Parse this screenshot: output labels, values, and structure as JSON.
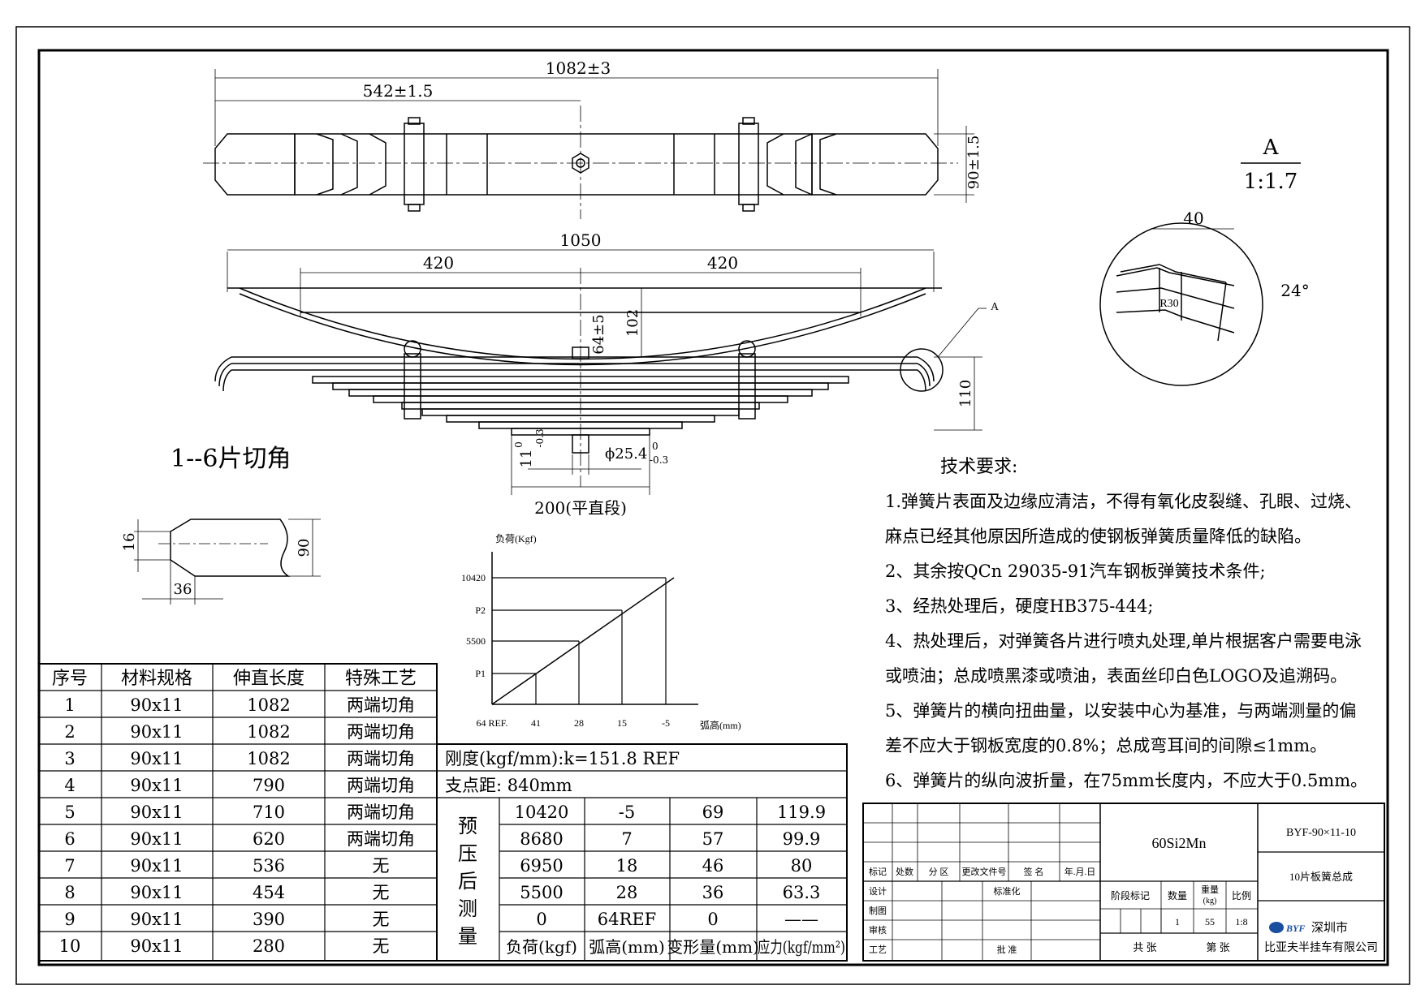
{
  "top_view": {
    "overall_length": "1082±3",
    "half_length": "542±1.5",
    "width": "90±1.5"
  },
  "detail_view": {
    "label": "A",
    "scale": "1:1.7",
    "eye_width": "40",
    "angle": "24°",
    "radius": "R30",
    "callout": "A"
  },
  "side_view": {
    "span": "1050",
    "left_half": "420",
    "right_half": "420",
    "camber": "102",
    "bolt_height": "64±5",
    "assembly_height": "110",
    "flat_section": "200(平直段)",
    "center_bolt": "ϕ25.4",
    "center_bolt_tol_upper": "0",
    "center_bolt_tol_lower": "-0.3",
    "leaf_thickness": "11",
    "leaf_tol_upper": "0",
    "leaf_tol_lower": "-0.3"
  },
  "cut_corner": {
    "title": "1--6片切角",
    "cut_height": "16",
    "width": "90",
    "cut_length": "36"
  },
  "load_chart": {
    "y_axis_label": "负荷(Kgf)",
    "x_axis_label": "弧高(mm)",
    "y_ticks": [
      "10420",
      "P2",
      "5500",
      "P1"
    ],
    "x_ticks": [
      "64 REF.",
      "41",
      "28",
      "15",
      "-5"
    ]
  },
  "chart_data": {
    "type": "line",
    "y_axis_label": "负荷(Kgf)",
    "x_axis_label": "弧高(mm)",
    "x_ticks": [
      "64 REF.",
      "41",
      "28",
      "15",
      "-5"
    ],
    "y_ticks": [
      "P1",
      "5500",
      "P2",
      "10420"
    ],
    "series": [
      {
        "points": [
          [
            64,
            0
          ],
          [
            -5,
            10420
          ]
        ]
      }
    ]
  },
  "parts_table": {
    "headers": [
      "序号",
      "材料规格",
      "伸直长度",
      "特殊工艺"
    ],
    "rows": [
      [
        "1",
        "90x11",
        "1082",
        "两端切角"
      ],
      [
        "2",
        "90x11",
        "1082",
        "两端切角"
      ],
      [
        "3",
        "90x11",
        "1082",
        "两端切角"
      ],
      [
        "4",
        "90x11",
        "790",
        "两端切角"
      ],
      [
        "5",
        "90x11",
        "710",
        "两端切角"
      ],
      [
        "6",
        "90x11",
        "620",
        "两端切角"
      ],
      [
        "7",
        "90x11",
        "536",
        "无"
      ],
      [
        "8",
        "90x11",
        "454",
        "无"
      ],
      [
        "9",
        "90x11",
        "390",
        "无"
      ],
      [
        "10",
        "90x11",
        "280",
        "无"
      ]
    ]
  },
  "spec_table": {
    "stiffness": "刚度(kgf/mm):k=151.8 REF",
    "support_distance": "支点距: 840mm",
    "side_label_chars": [
      "预",
      "压",
      "后",
      "测",
      "量"
    ],
    "rows": [
      [
        "10420",
        "-5",
        "69",
        "119.9"
      ],
      [
        "8680",
        "7",
        "57",
        "99.9"
      ],
      [
        "6950",
        "18",
        "46",
        "80"
      ],
      [
        "5500",
        "28",
        "36",
        "63.3"
      ],
      [
        "0",
        "64REF",
        "0",
        "——"
      ]
    ],
    "headers": [
      "负荷(kgf)",
      "弧高(mm)",
      "变形量(mm)",
      "应力(kgf/mm²)"
    ]
  },
  "tech_requirements": {
    "title": "技术要求:",
    "lines": [
      "1.弹簧片表面及边缘应清洁，不得有氧化皮裂缝、孔眼、过烧、",
      "麻点已经其他原因所造成的使钢板弹簧质量降低的缺陷。",
      "2、其余按QCn 29035-91汽车钢板弹簧技术条件;",
      "3、经热处理后，硬度HB375-444;",
      "4、热处理后，对弹簧各片进行喷丸处理,单片根据客户需要电泳",
      "或喷油；总成喷黑漆或喷油，表面丝印白色LOGO及追溯码。",
      "5、弹簧片的横向扭曲量，以安装中心为基准，与两端测量的偏",
      "差不应大于钢板宽度的0.8%；总成弯耳间的间隙≤1mm。",
      "6、弹簧片的纵向波折量，在75mm长度内，不应大于0.5mm。"
    ]
  },
  "title_block": {
    "material": "60Si2Mn",
    "drawing_no": "BYF-90×11-10",
    "part_name": "10片板簧总成",
    "revision_headers": [
      "标记",
      "处数",
      "分 区",
      "更改文件号",
      "签 名",
      "年.月.日"
    ],
    "left_labels": [
      "设计",
      "制图",
      "审核",
      "工艺"
    ],
    "standardize": "标准化",
    "approve": "批 准",
    "stage_mark": "阶段标记",
    "quantity_label": "数量",
    "weight_label": "重量",
    "weight_unit": "(kg)",
    "scale_label": "比例",
    "quantity": "1",
    "weight": "55",
    "scale": "1:8",
    "total_sheets": "共 张",
    "sheet_no": "第 张",
    "logo": "BYF",
    "company_city": "深圳市",
    "company_name": "比亚夫半挂车有限公司"
  }
}
